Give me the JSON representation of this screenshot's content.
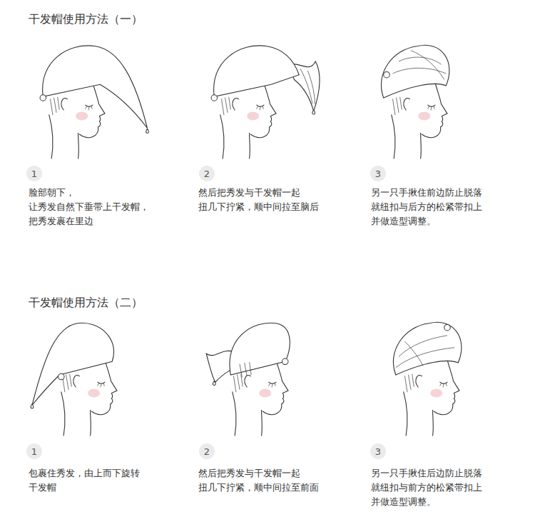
{
  "diagram": {
    "nodes": [
      {
        "text": [
          "1"
        ]
      },
      {
        "text": [
          "2"
        ]
      },
      {
        "text": [
          "3"
        ]
      },
      {
        "text": [
          "1"
        ]
      },
      {
        "text": [
          "2"
        ]
      },
      {
        "text": [
          "3"
        ]
      }
    ],
    "labels": [
      "干发帽使用方法（一）",
      "脸部朝下， 让秀发自然下垂带上干发帽， 把秀发裹在里边",
      "然后把秀发与干发帽一起 扭几下拧紧，顺中间拉至脑后",
      "另一只手揪住前边防止脱落 就纽扣与后方的松紧带扣上 并做造型调整。",
      "干发帽使用方法（二）",
      "包裹住秀发，由上而下旋转 干发帽",
      "然后把秀发与干发帽一起 扭几下拧紧，顺中间拉至前面",
      "另一只手揪住后边防止脱落 就纽扣与前方的松紧带扣上 并做造型调整。"
    ]
  }
}
